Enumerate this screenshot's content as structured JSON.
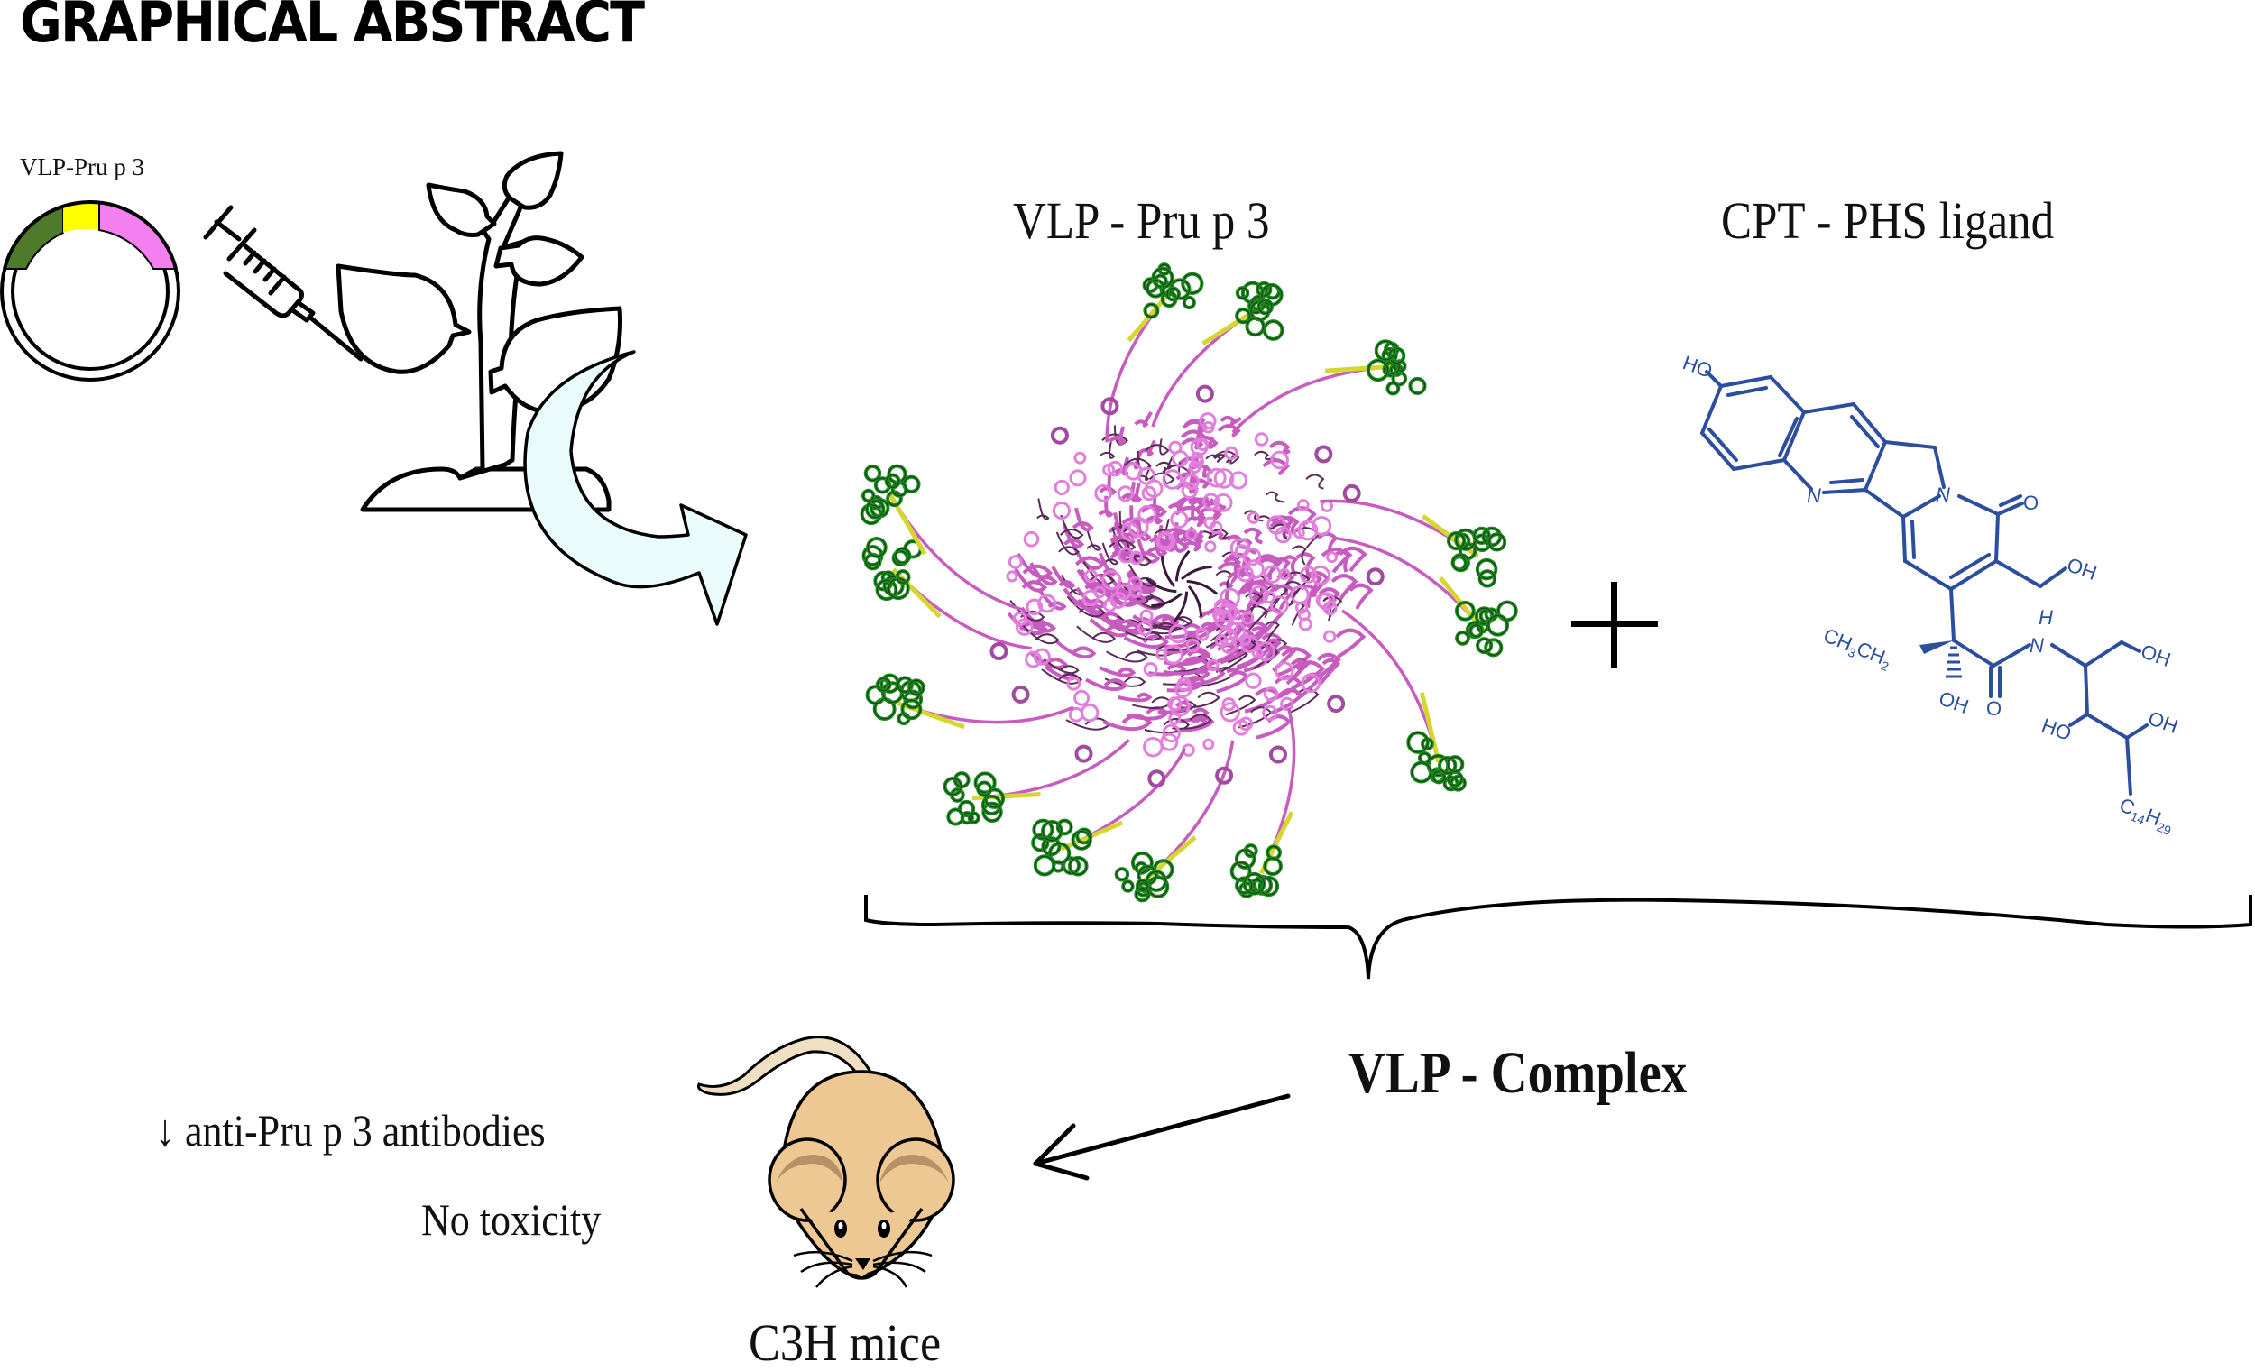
{
  "title": "GRAPHICAL ABSTRACT",
  "plasmid": {
    "label": "VLP-Pru p 3",
    "segment_colors": [
      "#4e7a2a",
      "#ffff00",
      "#f47ff0"
    ]
  },
  "components": {
    "vlp": {
      "label": "VLP - Pru p 3",
      "colors": {
        "core": "#c85bc0",
        "linker": "#d6d630",
        "allergen": "#1f8a1f"
      }
    },
    "ligand": {
      "label": "CPT - PHS ligand",
      "color": "#2b4f9e",
      "atom_labels": {
        "ho_top": "HO",
        "n_ring": "N",
        "n_lactam": "N",
        "o_carbonyl": "O",
        "oh_hydroxymethyl": "OH",
        "nh_h": "H",
        "nh_n": "N",
        "ethyl_ch3": "CH",
        "ethyl_sub3": "3",
        "ethyl_ch2": "CH",
        "ethyl_sub2": "2",
        "oh_quaternary": "OH",
        "o_amide": "O",
        "oh_primary": "OH",
        "ho_secondary": "HO",
        "oh_tertiary": "OH",
        "chain_c": "C",
        "chain_sub14": "14",
        "chain_h": "H",
        "chain_sub29": "29"
      }
    },
    "plus_symbol": "+"
  },
  "complex": {
    "label": "VLP - Complex"
  },
  "outcomes": [
    "↓ anti-Pru p 3 antibodies",
    "No toxicity"
  ],
  "model": {
    "label": "C3H mice",
    "colors": {
      "body": "#eec893",
      "ear_inner": "#b89068",
      "tail": "#efe0c4"
    }
  },
  "arrow_color": "#e9fbfb"
}
